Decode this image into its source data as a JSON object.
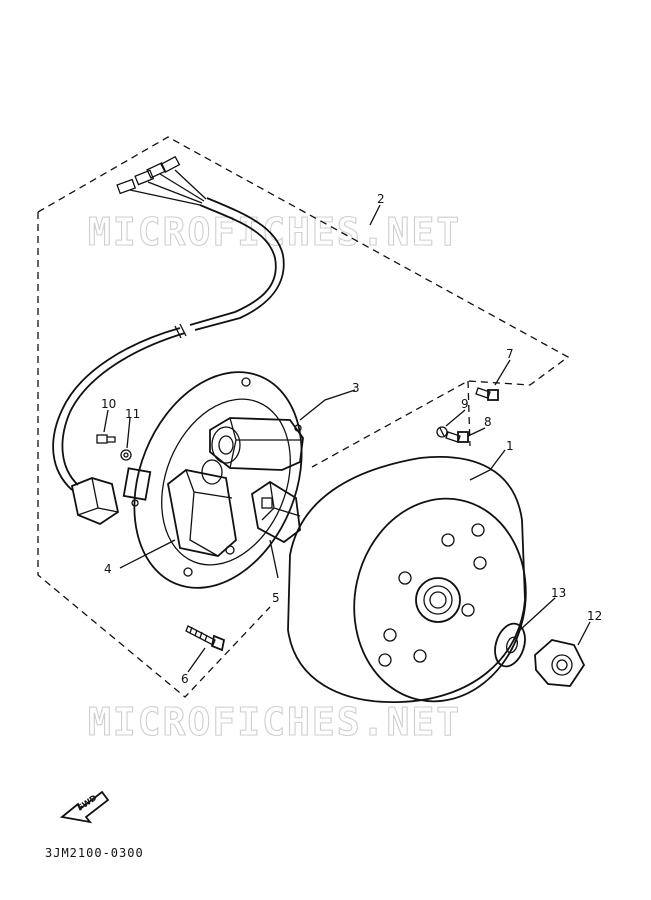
{
  "diagram": {
    "watermark_top": "MICROFICHES.NET",
    "watermark_bottom": "MICROFICHES.NET",
    "fwd_label": "FWD",
    "figure_code": "3JM2100-0300",
    "callouts": {
      "c1": "1",
      "c2": "2",
      "c3": "3",
      "c4": "4",
      "c5": "5",
      "c6": "6",
      "c7": "7",
      "c8": "8",
      "c9": "9",
      "c10": "10",
      "c11": "11",
      "c12": "12",
      "c13": "13"
    }
  }
}
